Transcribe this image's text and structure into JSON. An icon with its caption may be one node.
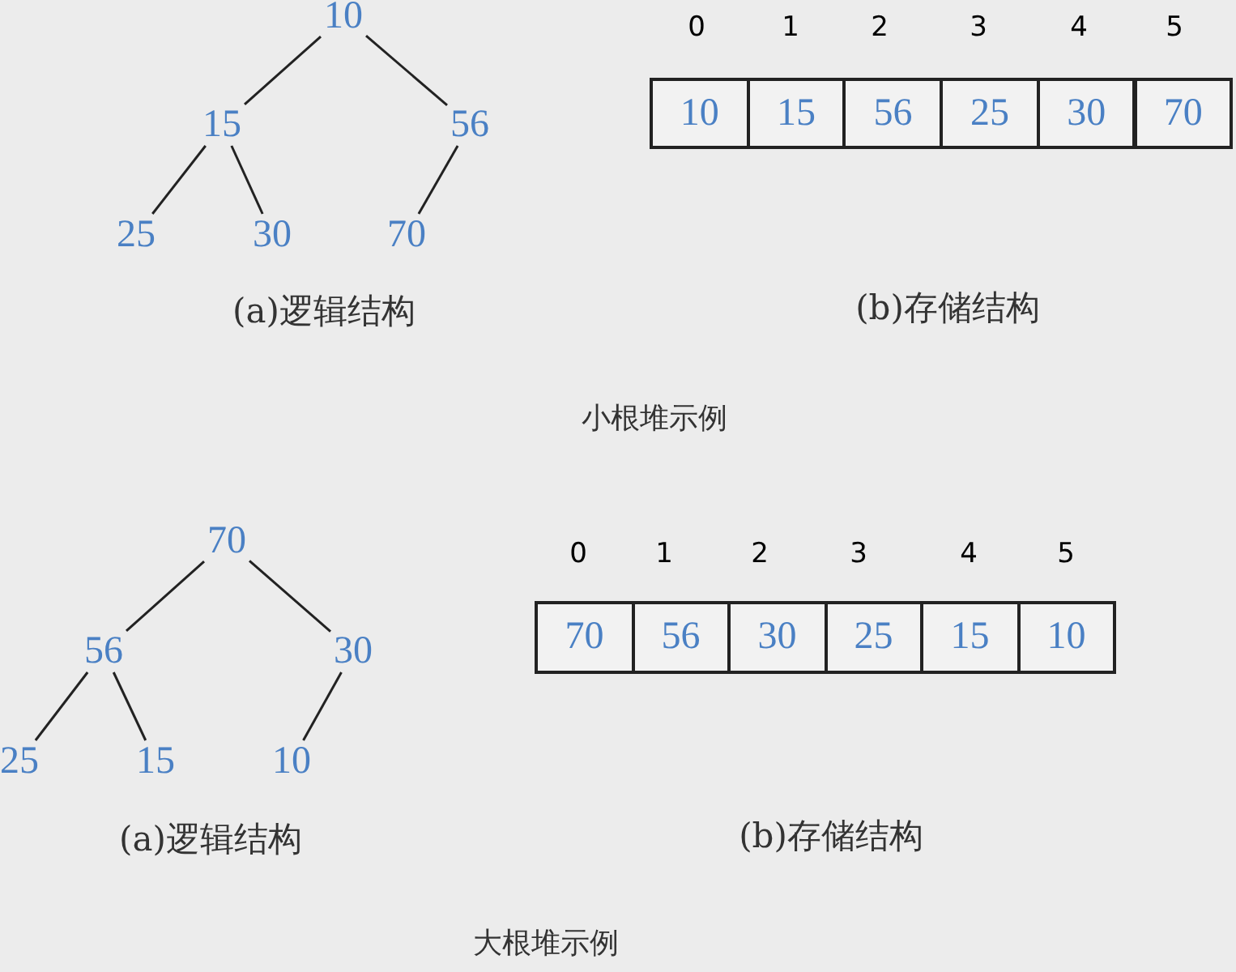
{
  "diagram": {
    "nodes": [
      {
        "text": [
          "10"
        ]
      },
      {
        "text": [
          "15"
        ]
      },
      {
        "text": [
          "56"
        ]
      },
      {
        "text": [
          "25"
        ]
      },
      {
        "text": [
          "30"
        ]
      },
      {
        "text": [
          "70"
        ]
      },
      {
        "text": [
          "70"
        ]
      },
      {
        "text": [
          "56"
        ]
      },
      {
        "text": [
          "30"
        ]
      },
      {
        "text": [
          "25"
        ]
      },
      {
        "text": [
          "15"
        ]
      },
      {
        "text": [
          "10"
        ]
      }
    ],
    "edges": [
      {
        "from": 0,
        "to": 1,
        "arrow": "none"
      },
      {
        "from": 0,
        "to": 2,
        "arrow": "none"
      },
      {
        "from": 1,
        "to": 3,
        "arrow": "none"
      },
      {
        "from": 1,
        "to": 4,
        "arrow": "none"
      },
      {
        "from": 2,
        "to": 5,
        "arrow": "none"
      },
      {
        "from": 6,
        "to": 7,
        "arrow": "none"
      },
      {
        "from": 6,
        "to": 8,
        "arrow": "none"
      },
      {
        "from": 7,
        "to": 9,
        "arrow": "none"
      },
      {
        "from": 7,
        "to": 10,
        "arrow": "none"
      },
      {
        "from": 8,
        "to": 11,
        "arrow": "none"
      }
    ],
    "labels": [
      "0",
      "1",
      "2",
      "3",
      "4",
      "5",
      "10",
      "15",
      "56",
      "25",
      "30",
      "70",
      "(a)逻辑结构",
      "(b)存储结构",
      "小根堆示例",
      "0",
      "1",
      "2",
      "3",
      "4",
      "5",
      "70",
      "56",
      "30",
      "25",
      "15",
      "10",
      "(a)逻辑结构",
      "(b)存储结构",
      "大根堆示例"
    ]
  }
}
